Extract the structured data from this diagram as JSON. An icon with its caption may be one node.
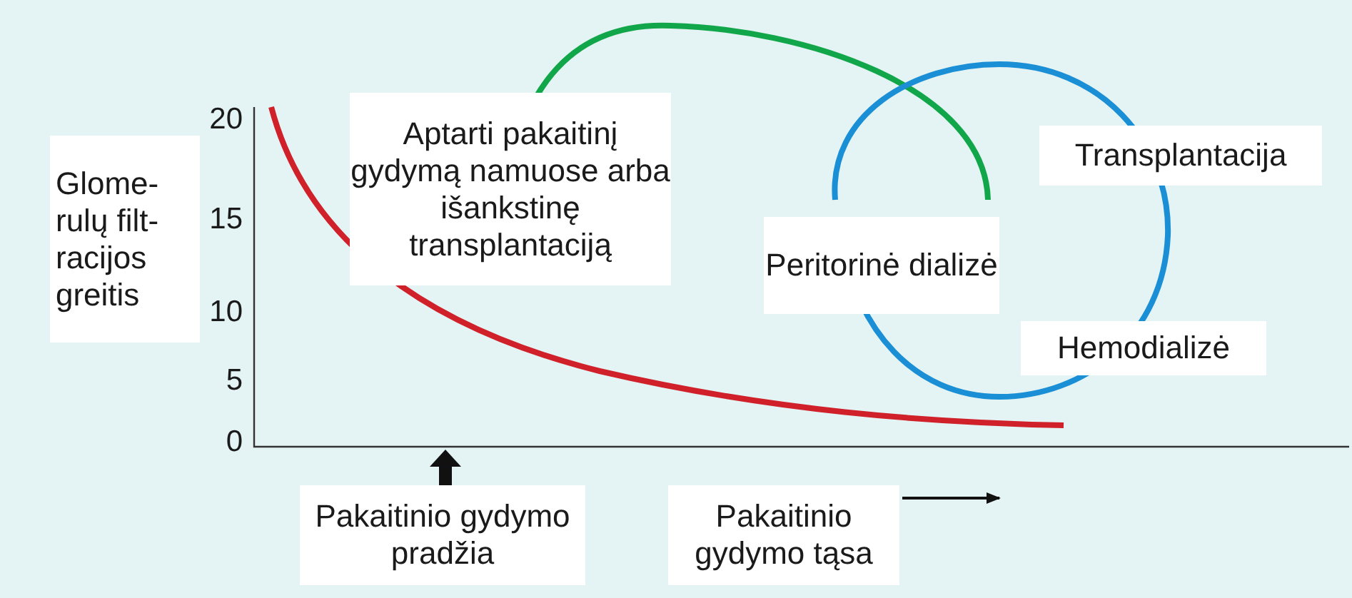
{
  "diagram": {
    "nodes": [
      {
        "text": [
          "Glome- rulų filt- racijos greitis"
        ]
      },
      {
        "text": [
          "Aptarti pakaitinį gydymą namuose arba išankstinę transplantaciją"
        ]
      },
      {
        "text": [
          "Peritorinė dializė"
        ]
      },
      {
        "text": [
          "Transplantacija"
        ]
      },
      {
        "text": [
          "Hemodializė"
        ]
      },
      {
        "text": [
          "Pakaitinio gydymo pradžia"
        ]
      },
      {
        "text": [
          "Pakaitinio gydymo tąsa"
        ]
      }
    ],
    "labels": [
      "20",
      "15",
      "10",
      "5",
      "0"
    ]
  }
}
